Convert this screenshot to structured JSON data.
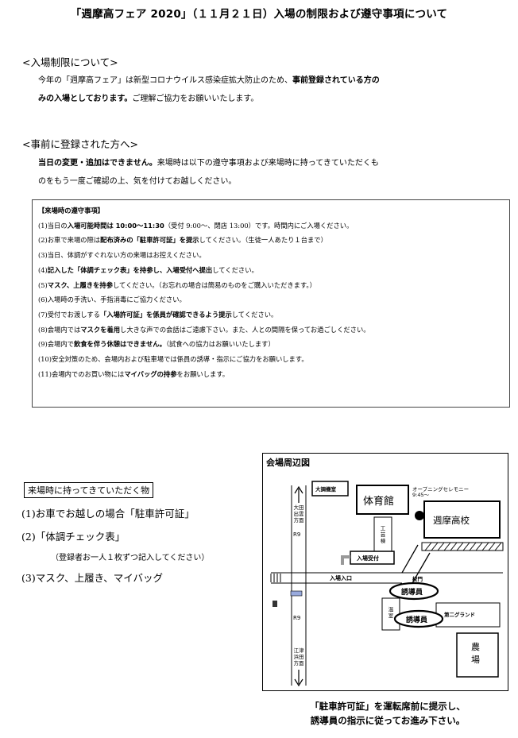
{
  "title": "「週摩高フェア 2020」（１１月２１日）入場の制限および遵守事項について",
  "section1": {
    "heading": "<入場制限について>",
    "p1_a": "今年の「週摩高フェア」は新型コロナウイルス感染症拡大防止のため、",
    "p1_b": "事前登録されている方の",
    "p2_a": "みの入場としております。",
    "p2_b": "ご理解ご協力をお願いいたします。"
  },
  "section2": {
    "heading": "<事前に登録された方へ>",
    "p1_a": "当日の変更・追加はできません。",
    "p1_b": "来場時は以下の遵守事項および来場時に持ってきていただくも",
    "p2": "のをもう一度ご確認の上、気を付けてお越しください。"
  },
  "rules": {
    "header": "【来場時の遵守事項】",
    "r1": [
      "(1)当日の",
      "入場可能時間は 10:00～11:30",
      "（受付 9:00～、閉店 13:00）です。時間内にご入場ください。"
    ],
    "r2": [
      "(2)お車で来場の際は",
      "配布済みの「駐車許可証」を提示",
      "してください。（生徒一人あたり１台まで）"
    ],
    "r3": "(3)当日、体調がすぐれない方の来場はお控えください。",
    "r4": [
      "(4)",
      "記入した「体調チェック表」を持参し、入場受付へ提出",
      "してください。"
    ],
    "r5": [
      "(5)",
      "マスク、上履きを持参",
      "してください。（お忘れの場合は簡易のものをご購入いただきます。）"
    ],
    "r6": "(6)入場時の手洗い、手指消毒にご協力ください。",
    "r7": [
      "(7)受付でお渡しする",
      "「入場許可証」を係員が確認できるよう提示",
      "してください。"
    ],
    "r8": [
      "(8)会場内では",
      "マスクを着用",
      "し大きな声での会話はご遠慮下さい。また、人との間隔を保ってお過ごしください。"
    ],
    "r9": [
      "(9)会場内で",
      "飲食を伴う休憩はできません。",
      "（試食への協力はお願いいたします）"
    ],
    "r10": "(10)安全対策のため、会場内および駐車場では係員の誘導・指示にご協力をお願いします。",
    "r11": [
      "(11)会場内でのお買い物には",
      "マイバッグの持参",
      "をお願いします。"
    ]
  },
  "bring": {
    "heading": "来場時に持ってきていただく物",
    "i1": "(1)お車でお越しの場合「駐車許可証」",
    "i2": "(2)「体調チェック表」",
    "i2_note": "（登録者お一人１枚ずつ記入してください）",
    "i3": "(3)マスク、上履き、マイバッグ"
  },
  "map": {
    "title": "会場周辺図",
    "daichou": "大調機室",
    "gym": "体育館",
    "ceremony_l1": "オープニングセレモニー",
    "ceremony_l2": "9:45～",
    "school": "週摩高校",
    "road_north_l1": "大田",
    "road_north_l2": "出雲",
    "road_north_l3": "方面",
    "r9_top": "R9",
    "kougei_l1": "工",
    "kougei_l2": "芸",
    "kougei_l3": "棟",
    "reception": "入場受付",
    "entrance": "入場入口",
    "gate": "校門",
    "guide1": "誘導員",
    "guide2": "誘導員",
    "second_ground": "第二グランド",
    "onshitsu_l1": "温",
    "onshitsu_l2": "室",
    "r9_bottom": "R9",
    "road_south_l1": "江津",
    "road_south_l2": "浜田",
    "road_south_l3": "方面",
    "farm_l1": "農",
    "farm_l2": "場"
  },
  "caption": {
    "l1": "「駐車許可証」を運転席前に提示し、",
    "l2": "誘導員の指示に従ってお進み下さい。"
  }
}
